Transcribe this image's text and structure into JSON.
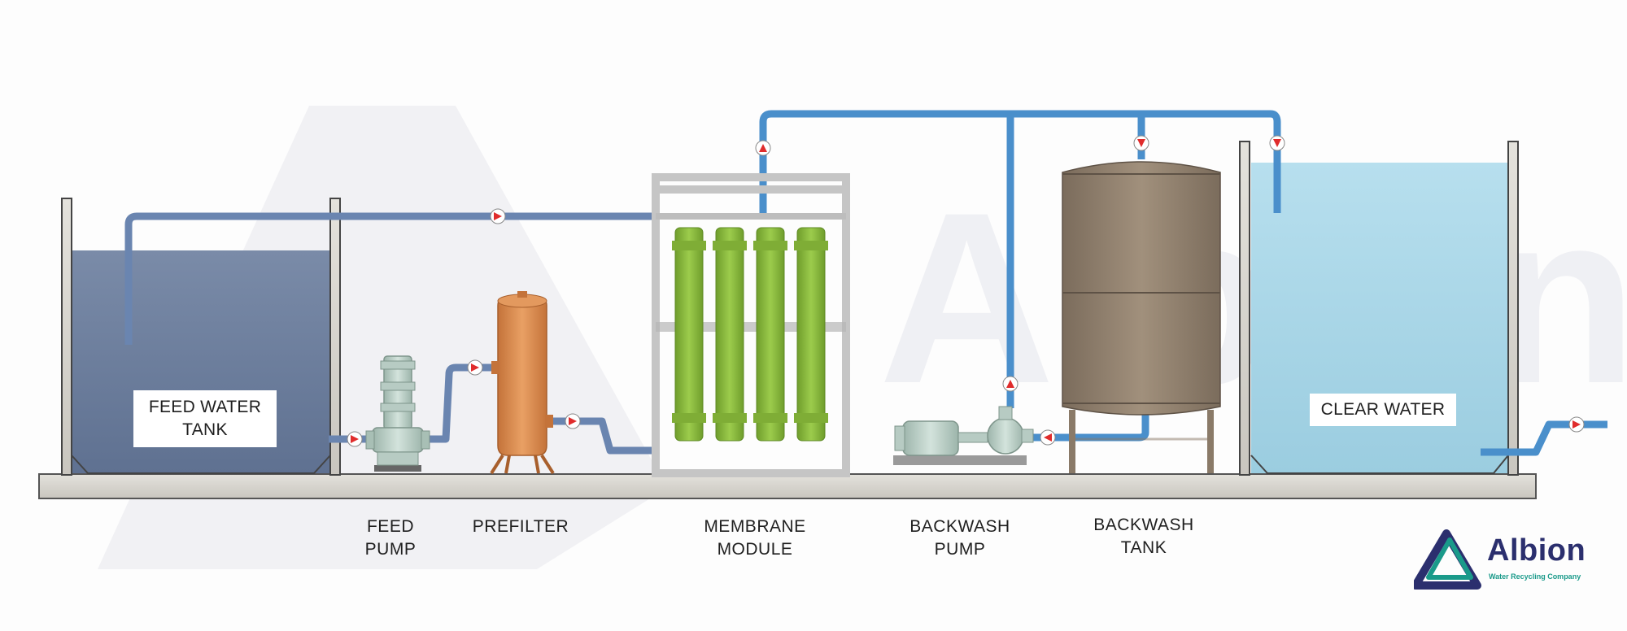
{
  "labels": {
    "feed_water_tank": "FEED WATER\nTANK",
    "clear_water": "CLEAR WATER",
    "feed_pump": "FEED\nPUMP",
    "prefilter": "PREFILTER",
    "membrane_module": "MEMBRANE\nMODULE",
    "backwash_pump": "BACKWASH\nPUMP",
    "backwash_tank": "BACKWASH\nTANK"
  },
  "logo": {
    "name": "Albion",
    "tagline": "Water Recycling Company"
  },
  "icons": {
    "valve": "valve-icon",
    "logo": "albion-logo-icon"
  },
  "colors": {
    "pipe": "#4a8fcb",
    "feed_water": "#6c7f9e",
    "clear_water": "#a9d6e6",
    "membrane": "#86b83a",
    "prefilter": "#d98c4a",
    "backwash_tank": "#8f7f6d",
    "concrete": "#d8d6d0",
    "valve": "#e02c2c",
    "logo_primary": "#2b2f6e",
    "logo_accent": "#1a9a8a"
  }
}
